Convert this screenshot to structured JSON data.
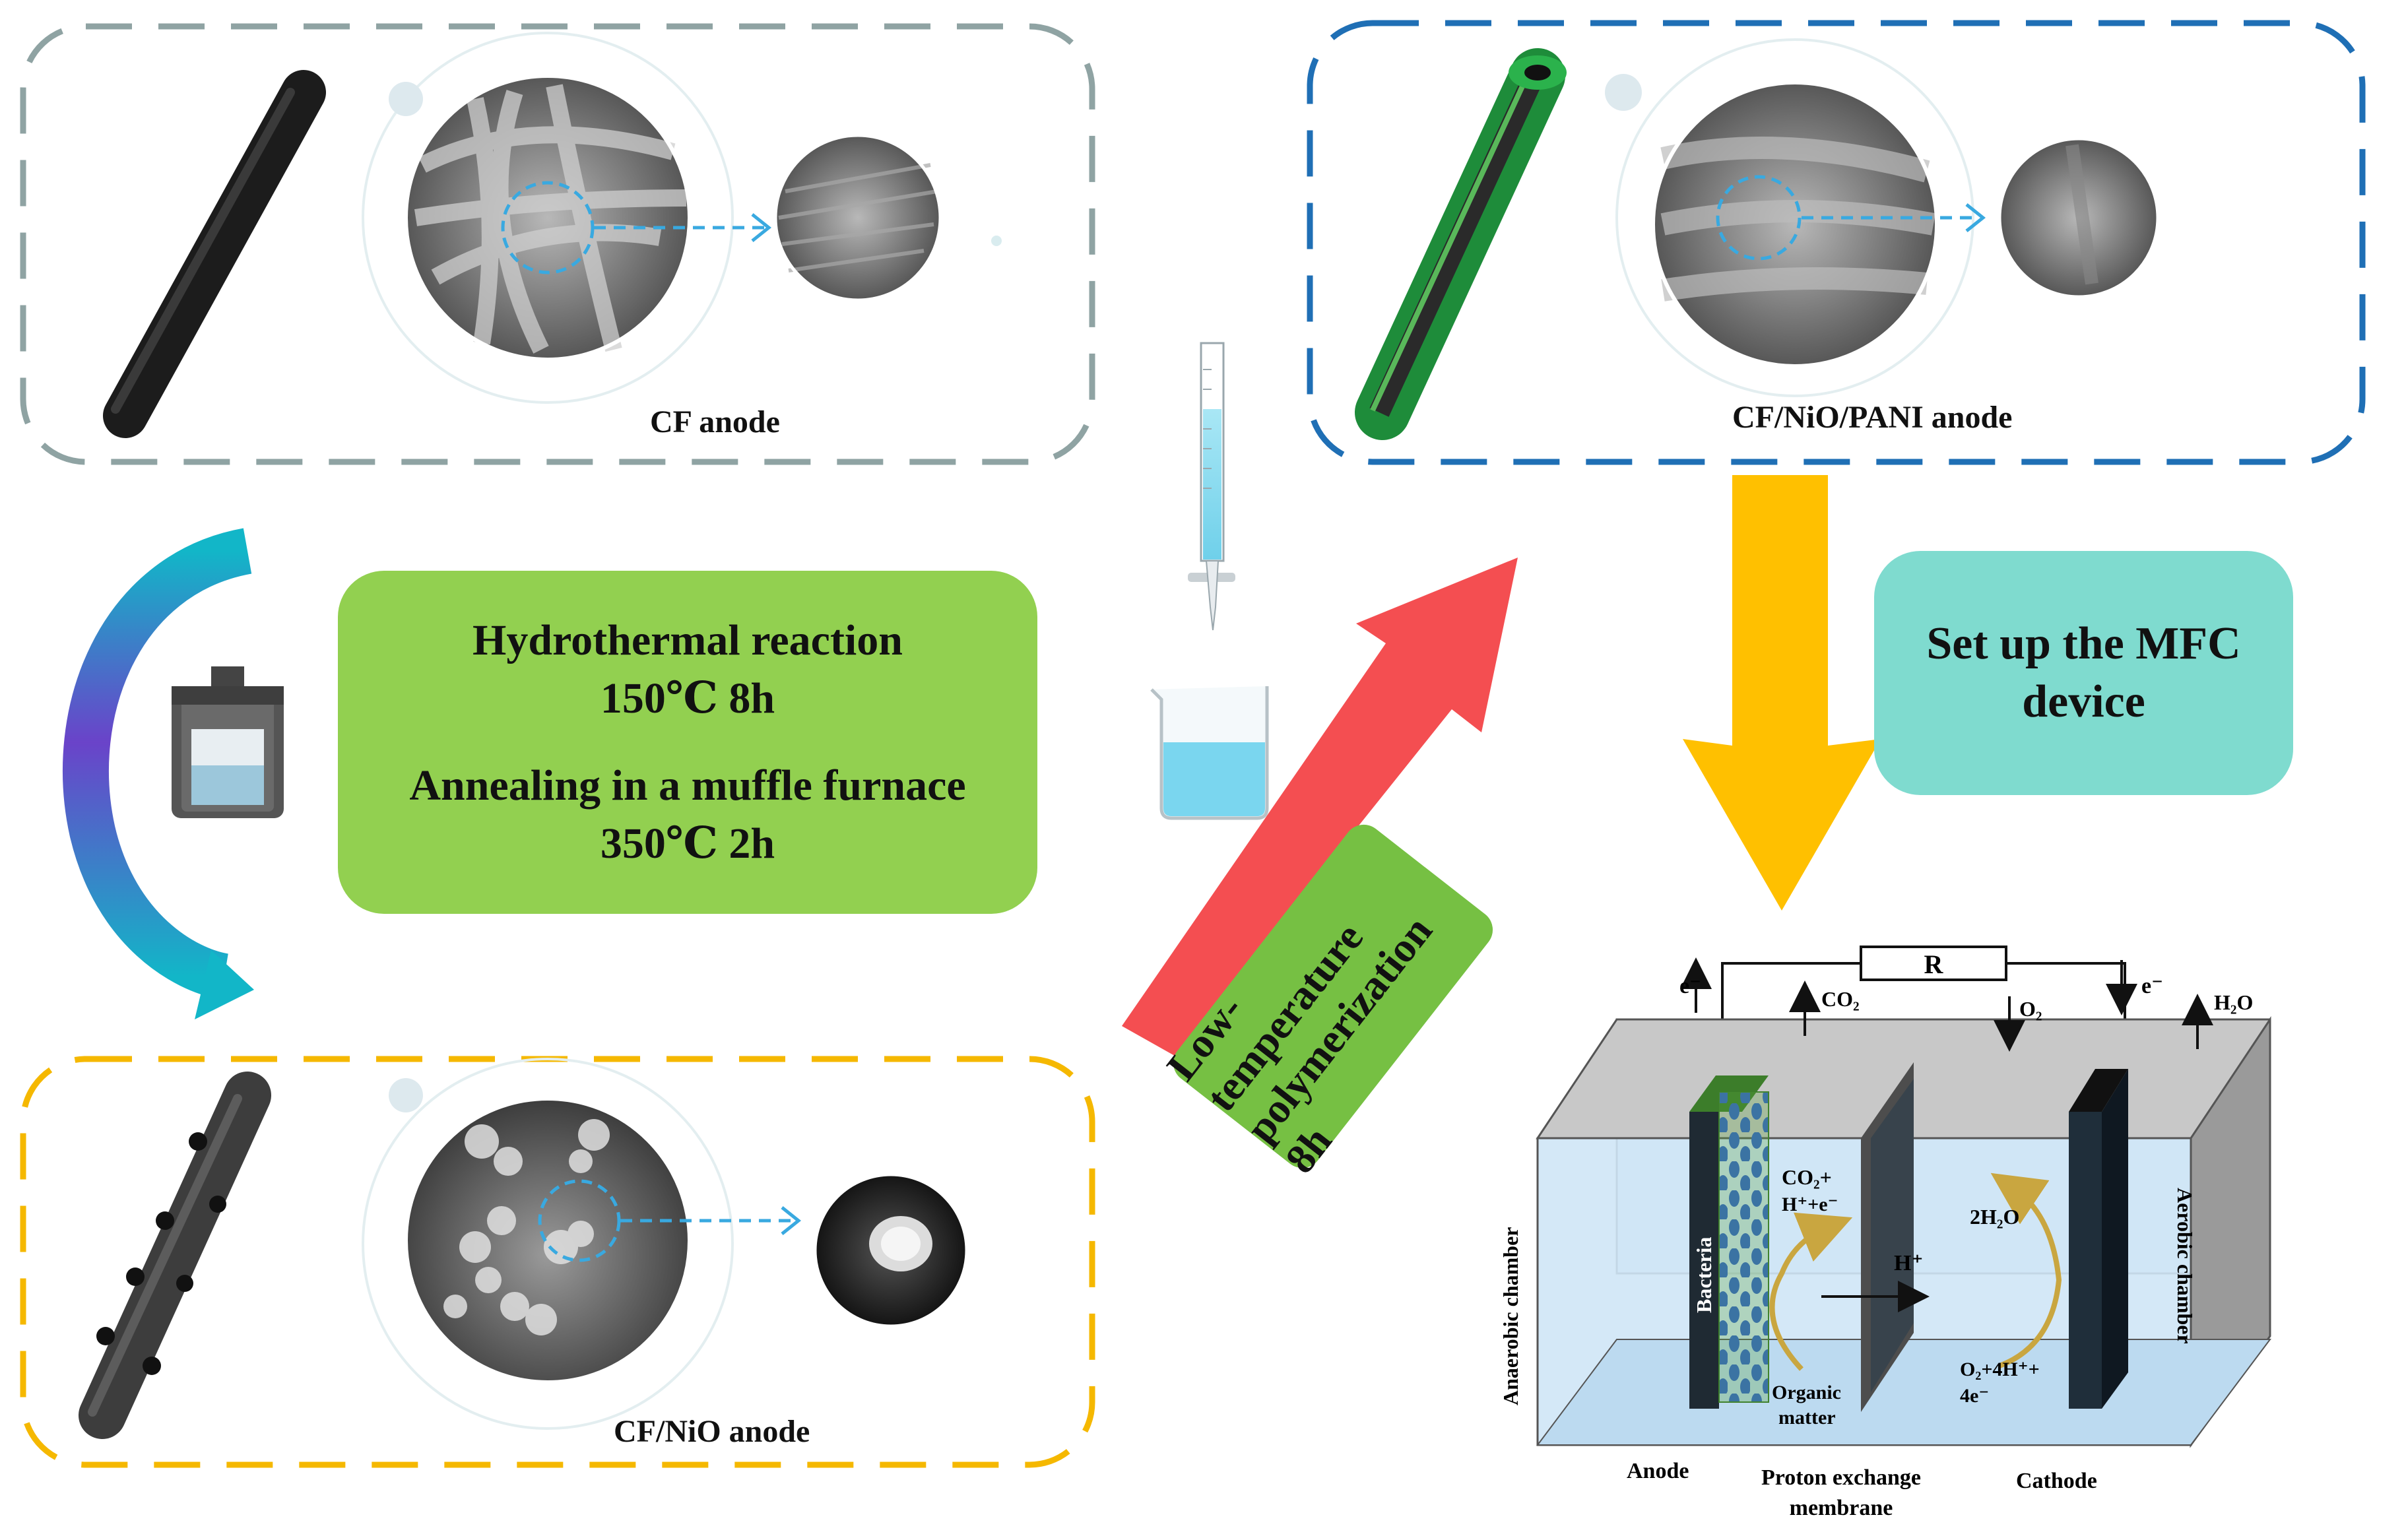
{
  "panels": {
    "cf": {
      "caption": "CF  anode",
      "color": "#8fa3a3"
    },
    "nio": {
      "caption": "CF/NiO  anode",
      "color": "#f5b800"
    },
    "pani": {
      "caption": "CF/NiO/PANI  anode",
      "color": "#1f6fb5"
    }
  },
  "steps": {
    "hydro_line1": "Hydrothermal reaction",
    "hydro_line2": "150℃   8h",
    "hydro_line3": "Annealing in a muffle furnace",
    "hydro_line4": "350℃  2h",
    "poly_line1": "Low-temperature",
    "poly_line2": "polymerization 8h",
    "mfc_line1": "Set up the MFC",
    "mfc_line2": "device"
  },
  "mfc": {
    "resistor": "R",
    "anode": "Anode",
    "cathode": "Cathode",
    "membrane_line1": "Proton exchange",
    "membrane_line2": "membrane",
    "anaerobic": "Anaerobic chamber",
    "aerobic": "Aerobic chamber",
    "bacteria": "Bacteria",
    "organic_line1": "Organic",
    "organic_line2": "matter",
    "hplus": "H⁺",
    "e_left": "e⁻",
    "e_right": "e⁻",
    "co2_top": "CO₂",
    "o2_top": "O₂",
    "h2o_top": "H₂O",
    "co2_inner_line1": "CO₂+",
    "co2_inner_line2": "H⁺+e⁻",
    "two_h2o": "2H₂O",
    "o2_inner_line1": "O₂+4H⁺+",
    "o2_inner_line2": "4e⁻"
  }
}
